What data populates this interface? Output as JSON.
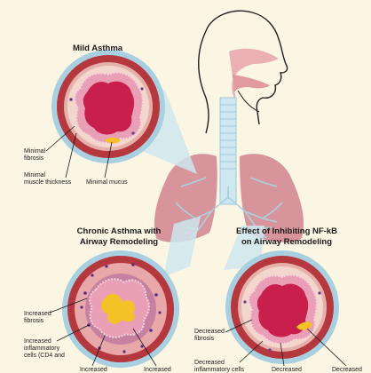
{
  "panels": {
    "mild": {
      "title": "Mild Asthma",
      "labels": {
        "fibrosis": [
          "Minimal",
          "fibrosis"
        ],
        "muscle": [
          "Minimal",
          "muscle thickness"
        ],
        "mucus": [
          "Minimal mucus"
        ]
      }
    },
    "chronic": {
      "title": [
        "Chronic Asthma with",
        "Airway Remodeling"
      ],
      "labels": {
        "fibrosis": [
          "Increased",
          "fibrosis"
        ],
        "inflammatory": [
          "Increased",
          "inflammatory",
          "cells (CD4 and"
        ],
        "muscle": [
          "Increased"
        ],
        "mucus": [
          "Increased"
        ]
      }
    },
    "effect": {
      "title": [
        "Effect of Inhibiting NF-kB",
        "on Airway Remodeling"
      ],
      "labels": {
        "fibrosis": [
          "Decreased",
          "fibrosis"
        ],
        "inflammatory": [
          "Decreased",
          "inflammatory cells"
        ],
        "muscle": [
          "Decreased"
        ],
        "mucus": [
          "Decreased"
        ]
      }
    }
  },
  "colors": {
    "background": "#fbf6e3",
    "lung": "#d7949b",
    "bronchi_line": "#a9d3e2",
    "trachea": "#cfe7f0",
    "outer_wall": "#b4383e",
    "muscle_ring": "#e6b1ab",
    "epithelium": "#e9a0b7",
    "lumen": "#c81f4d",
    "mucus": "#f2c226",
    "inflammatory_cells": "#5a2b82"
  }
}
